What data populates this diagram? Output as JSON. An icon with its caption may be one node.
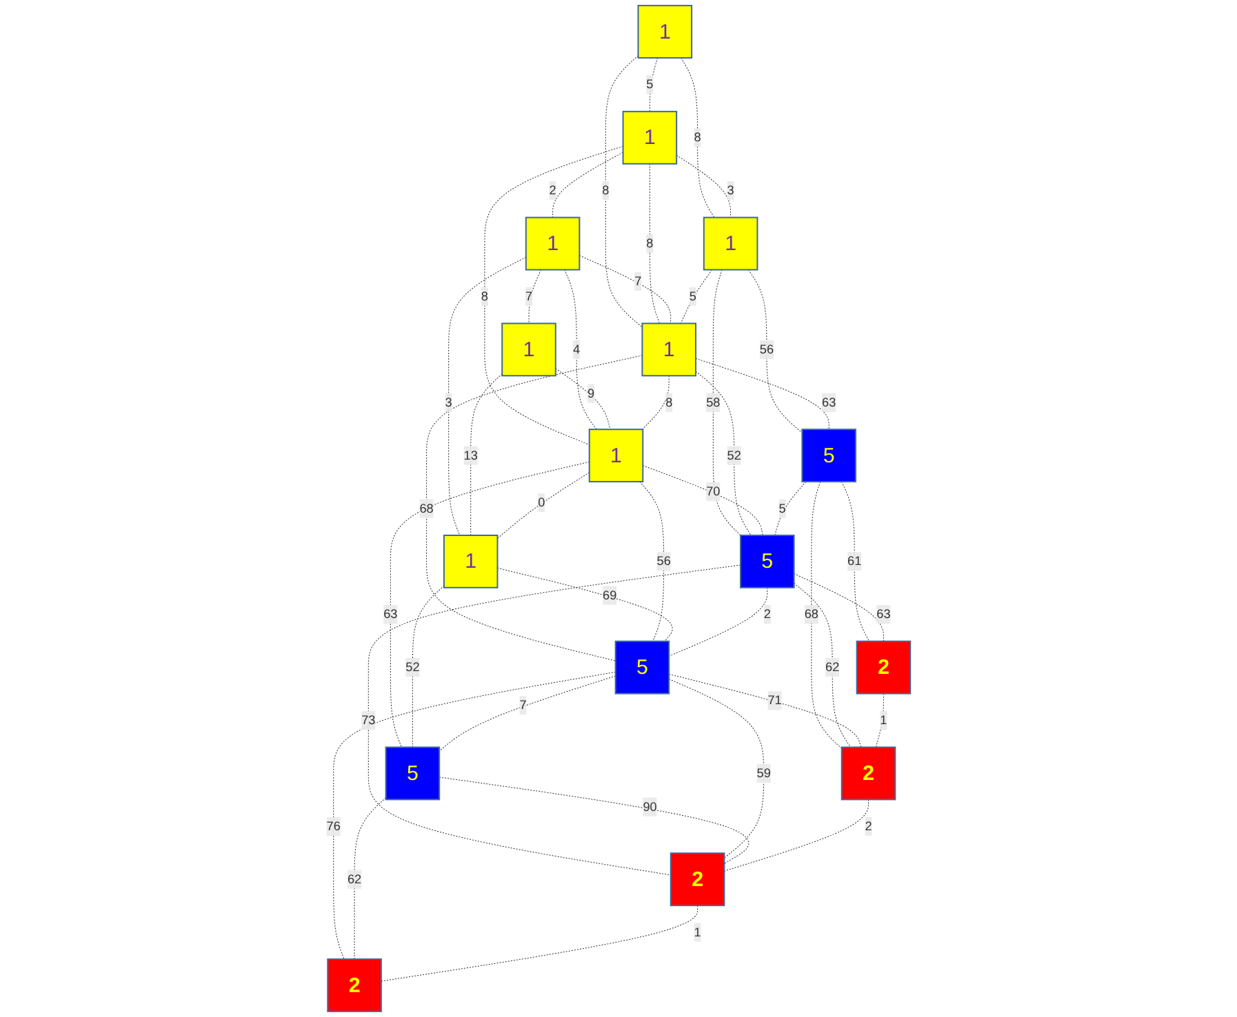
{
  "diagram": {
    "nodes": [
      {
        "text": [
          "1"
        ]
      },
      {
        "text": [
          "1"
        ]
      },
      {
        "text": [
          "1"
        ]
      },
      {
        "text": [
          "1"
        ]
      },
      {
        "text": [
          "1"
        ]
      },
      {
        "text": [
          "1"
        ]
      },
      {
        "text": [
          "1"
        ]
      },
      {
        "text": [
          "1"
        ]
      },
      {
        "text": [
          "5"
        ]
      },
      {
        "text": [
          "5"
        ]
      },
      {
        "text": [
          "5"
        ]
      },
      {
        "text": [
          "5"
        ]
      },
      {
        "text": [
          "2"
        ]
      },
      {
        "text": [
          "2"
        ]
      },
      {
        "text": [
          "2"
        ]
      },
      {
        "text": [
          "2"
        ]
      }
    ],
    "edges": [
      {
        "from": 0,
        "to": 1,
        "label": "5",
        "arrow": "none",
        "style": "dashed"
      },
      {
        "from": 1,
        "to": 2,
        "label": "2",
        "arrow": "none",
        "style": "dashed"
      },
      {
        "from": 2,
        "to": 3,
        "label": "7",
        "arrow": "none",
        "style": "dashed"
      },
      {
        "from": 0,
        "to": 4,
        "label": "8",
        "arrow": "none",
        "style": "dashed"
      },
      {
        "from": 0,
        "to": 5,
        "label": "8",
        "arrow": "none",
        "style": "dashed"
      },
      {
        "from": 1,
        "to": 4,
        "label": "3",
        "arrow": "none",
        "style": "dashed"
      },
      {
        "from": 1,
        "to": 5,
        "label": "8",
        "arrow": "none",
        "style": "dashed"
      },
      {
        "from": 1,
        "to": 6,
        "label": "8",
        "arrow": "none",
        "style": "dashed"
      },
      {
        "from": 2,
        "to": 5,
        "label": "7",
        "arrow": "none",
        "style": "dashed"
      },
      {
        "from": 2,
        "to": 6,
        "label": "4",
        "arrow": "none",
        "style": "dashed"
      },
      {
        "from": 2,
        "to": 7,
        "label": "3",
        "arrow": "none",
        "style": "dashed"
      },
      {
        "from": 3,
        "to": 6,
        "label": "9",
        "arrow": "none",
        "style": "dashed"
      },
      {
        "from": 3,
        "to": 7,
        "label": "13",
        "arrow": "none",
        "style": "dashed"
      },
      {
        "from": 4,
        "to": 5,
        "label": "5",
        "arrow": "none",
        "style": "dashed"
      },
      {
        "from": 5,
        "to": 6,
        "label": "8",
        "arrow": "none",
        "style": "dashed"
      },
      {
        "from": 6,
        "to": 7,
        "label": "0",
        "arrow": "none",
        "style": "dashed"
      },
      {
        "from": 4,
        "to": 8,
        "label": "56",
        "arrow": "none",
        "style": "dashed"
      },
      {
        "from": 4,
        "to": 9,
        "label": "58",
        "arrow": "none",
        "style": "dashed"
      },
      {
        "from": 5,
        "to": 8,
        "label": "63",
        "arrow": "none",
        "style": "dashed"
      },
      {
        "from": 5,
        "to": 9,
        "label": "52",
        "arrow": "none",
        "style": "dashed"
      },
      {
        "from": 5,
        "to": 10,
        "label": "68",
        "arrow": "none",
        "style": "dashed"
      },
      {
        "from": 6,
        "to": 9,
        "label": "70",
        "arrow": "none",
        "style": "dashed"
      },
      {
        "from": 6,
        "to": 10,
        "label": "56",
        "arrow": "none",
        "style": "dashed"
      },
      {
        "from": 6,
        "to": 11,
        "label": "63",
        "arrow": "none",
        "style": "dashed"
      },
      {
        "from": 7,
        "to": 10,
        "label": "69",
        "arrow": "none",
        "style": "dashed"
      },
      {
        "from": 7,
        "to": 11,
        "label": "52",
        "arrow": "none",
        "style": "dashed"
      },
      {
        "from": 8,
        "to": 9,
        "label": "5",
        "arrow": "none",
        "style": "dashed"
      },
      {
        "from": 9,
        "to": 10,
        "label": "2",
        "arrow": "none",
        "style": "dashed"
      },
      {
        "from": 10,
        "to": 11,
        "label": "7",
        "arrow": "none",
        "style": "dashed"
      },
      {
        "from": 8,
        "to": 12,
        "label": "61",
        "arrow": "none",
        "style": "dashed"
      },
      {
        "from": 8,
        "to": 13,
        "label": "68",
        "arrow": "none",
        "style": "dashed"
      },
      {
        "from": 9,
        "to": 12,
        "label": "63",
        "arrow": "none",
        "style": "dashed"
      },
      {
        "from": 9,
        "to": 13,
        "label": "62",
        "arrow": "none",
        "style": "dashed"
      },
      {
        "from": 9,
        "to": 14,
        "label": "73",
        "arrow": "none",
        "style": "dashed"
      },
      {
        "from": 10,
        "to": 13,
        "label": "71",
        "arrow": "none",
        "style": "dashed"
      },
      {
        "from": 10,
        "to": 14,
        "label": "59",
        "arrow": "none",
        "style": "dashed"
      },
      {
        "from": 10,
        "to": 15,
        "label": "76",
        "arrow": "none",
        "style": "dashed"
      },
      {
        "from": 11,
        "to": 14,
        "label": "90",
        "arrow": "none",
        "style": "dashed"
      },
      {
        "from": 11,
        "to": 15,
        "label": "62",
        "arrow": "none",
        "style": "dashed"
      },
      {
        "from": 12,
        "to": 13,
        "label": "1",
        "arrow": "none",
        "style": "dashed"
      },
      {
        "from": 13,
        "to": 14,
        "label": "2",
        "arrow": "none",
        "style": "dashed"
      },
      {
        "from": 14,
        "to": 15,
        "label": "1",
        "arrow": "none",
        "style": "dashed"
      }
    ]
  }
}
